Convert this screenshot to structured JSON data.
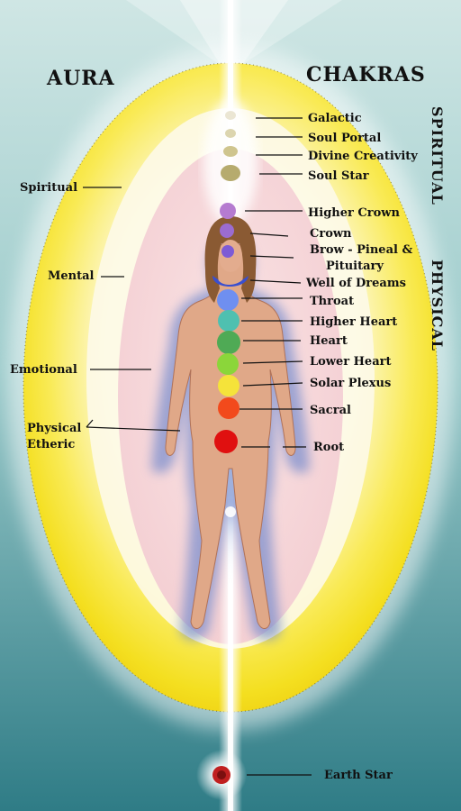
{
  "headers": {
    "aura": "AURA",
    "chakras": "CHAKRAS"
  },
  "sides": {
    "spiritual": "SPIRITUAL",
    "physical": "PHYSICAL"
  },
  "aura_layers": {
    "spiritual": "Spiritual",
    "mental": "Mental",
    "emotional": "Emotional",
    "physical_etheric_line1": "Physical",
    "physical_etheric_line2": "Etheric"
  },
  "chakras": {
    "galactic": "Galactic",
    "soul_portal": "Soul Portal",
    "divine_creativity": "Divine Creativity",
    "soul_star": "Soul Star",
    "higher_crown": "Higher Crown",
    "crown": "Crown",
    "brow_line1": "Brow - Pineal &",
    "brow_line2": "Pituitary",
    "well_of_dreams": "Well of Dreams",
    "throat": "Throat",
    "higher_heart": "Higher Heart",
    "heart": "Heart",
    "lower_heart": "Lower Heart",
    "solar_plexus": "Solar Plexus",
    "sacral": "Sacral",
    "root": "Root",
    "earth_star": "Earth Star"
  },
  "colors": {
    "background_top": "#cfe6e4",
    "background_bottom": "#2f7c86",
    "aura_yellow": "#f7e52a",
    "aura_inner": "#fbf7d6",
    "aura_pink": "#f3d2d6",
    "body_glow": "#7e90c8",
    "skin": "#e0a888",
    "hair": "#8a5a33",
    "higher_crown": "#b57bd0",
    "crown": "#9b6cd0",
    "brow": "#7d5bd6",
    "well_of_dreams": "#3a4fcf",
    "throat": "#6f8ff0",
    "higher_heart": "#4fc0b0",
    "heart": "#4faa55",
    "lower_heart": "#8bd63a",
    "solar_plexus": "#f5e33a",
    "sacral": "#f24a1c",
    "root": "#e01010",
    "earth_star": "#c02020"
  }
}
